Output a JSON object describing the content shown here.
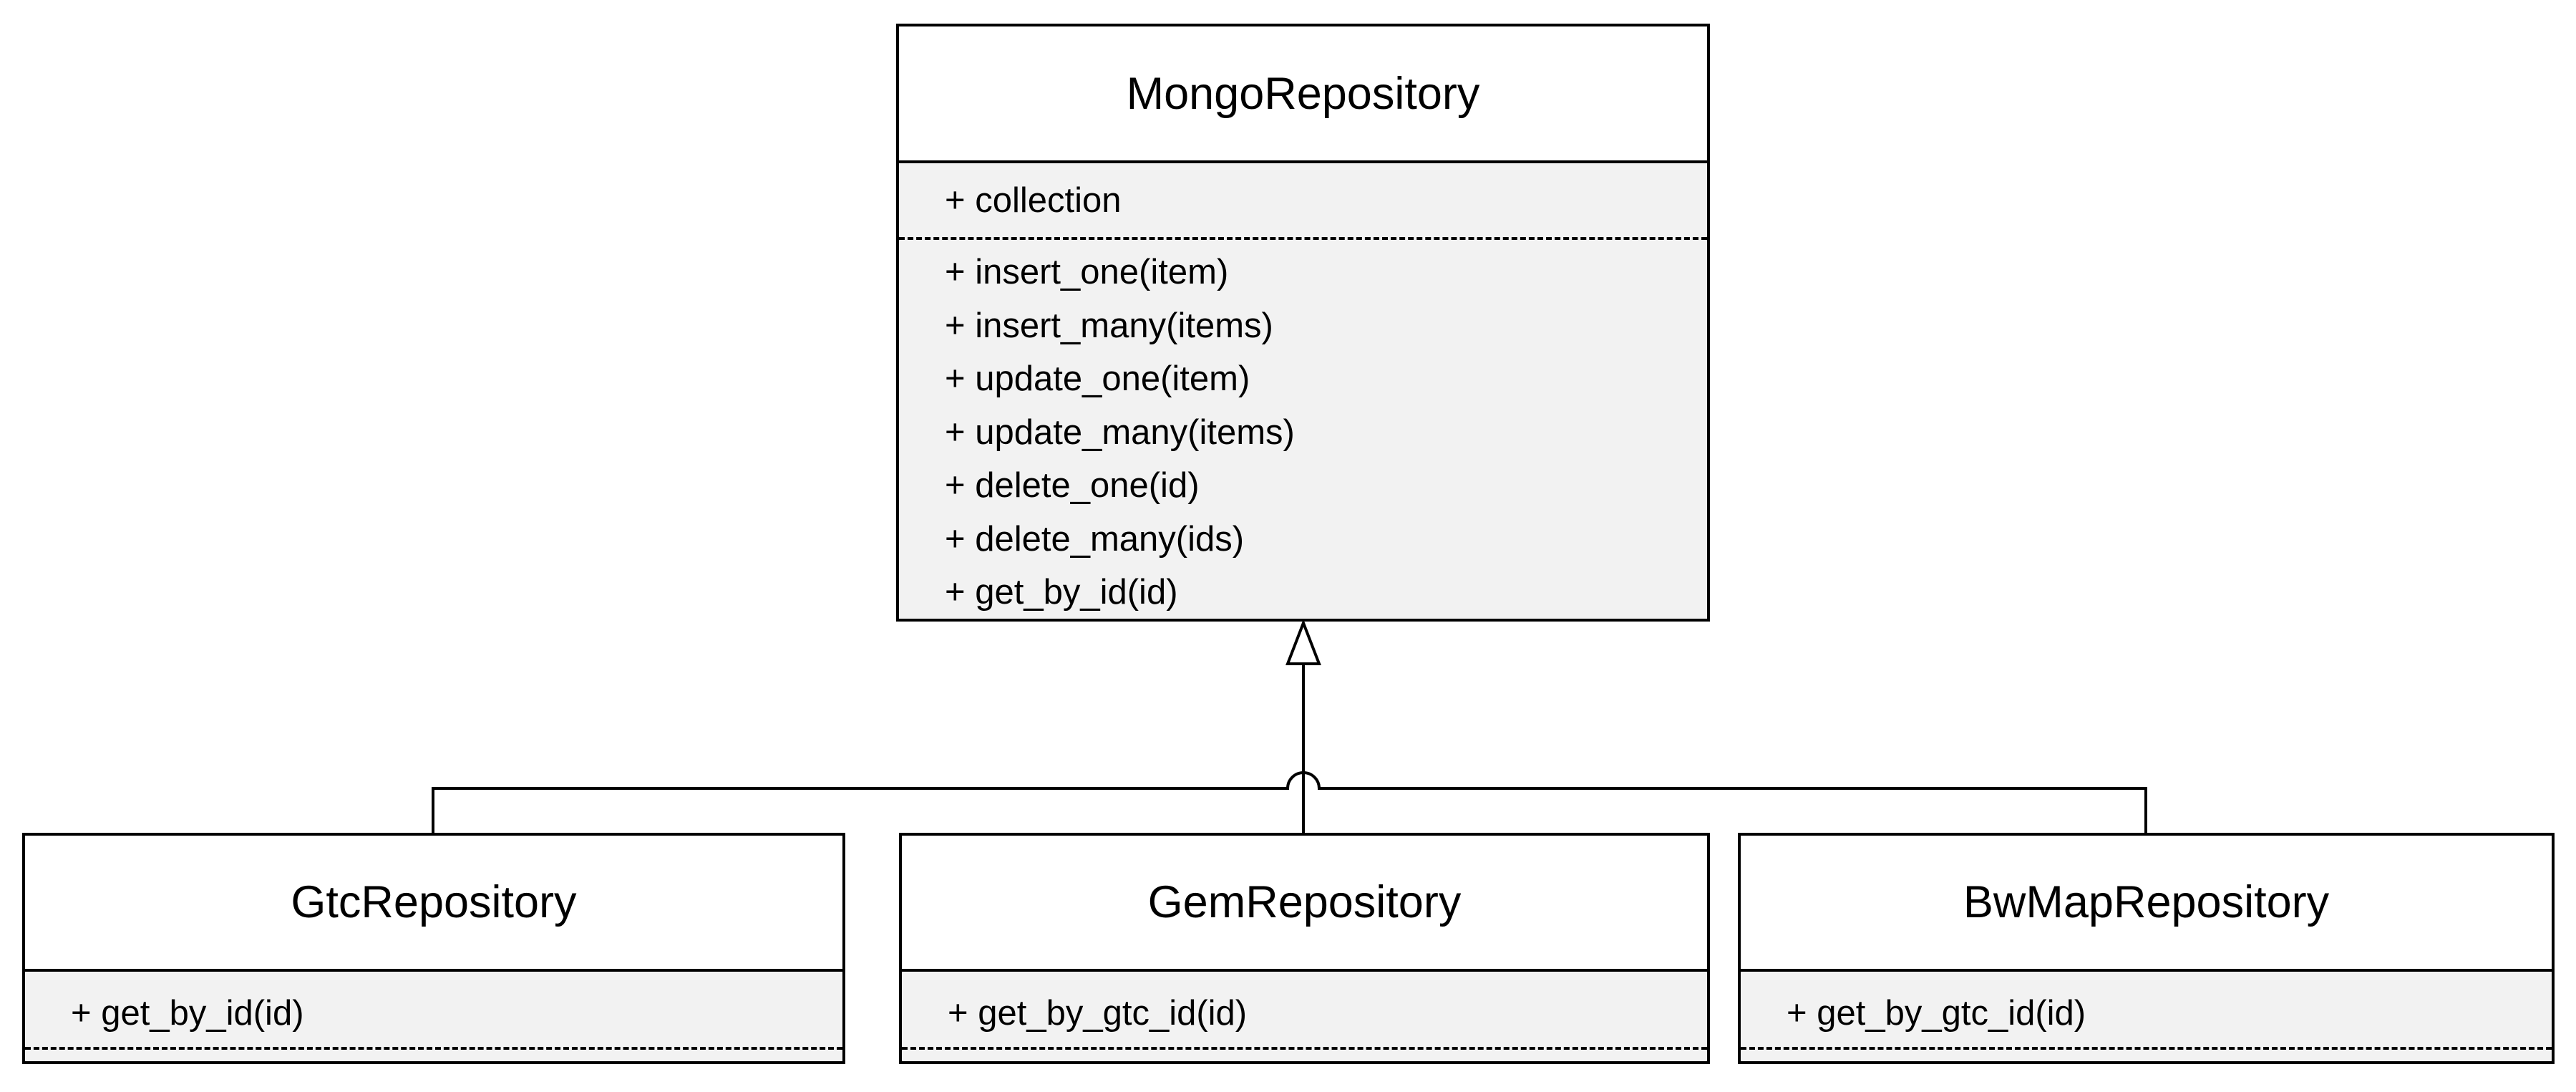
{
  "colors": {
    "stroke": "#000000",
    "title_fill": "#ffffff",
    "body_fill": "#f2f2f2",
    "canvas": "#ffffff"
  },
  "classes": [
    {
      "name": "MongoRepository",
      "attributes": [
        "+ collection"
      ],
      "methods": [
        "+ insert_one(item)",
        "+ insert_many(items)",
        "+ update_one(item)",
        "+ update_many(items)",
        "+ delete_one(id)",
        "+ delete_many(ids)",
        "+ get_by_id(id)"
      ]
    },
    {
      "name": "GtcRepository",
      "attributes": [
        "+ get_by_id(id)"
      ],
      "methods": []
    },
    {
      "name": "GemRepository",
      "attributes": [
        "+ get_by_gtc_id(id)"
      ],
      "methods": []
    },
    {
      "name": "BwMapRepository",
      "attributes": [
        "+ get_by_gtc_id(id)"
      ],
      "methods": []
    }
  ],
  "relations": [
    {
      "type": "inheritance",
      "from": "GtcRepository",
      "to": "MongoRepository"
    },
    {
      "type": "inheritance",
      "from": "GemRepository",
      "to": "MongoRepository"
    },
    {
      "type": "inheritance",
      "from": "BwMapRepository",
      "to": "MongoRepository"
    }
  ]
}
